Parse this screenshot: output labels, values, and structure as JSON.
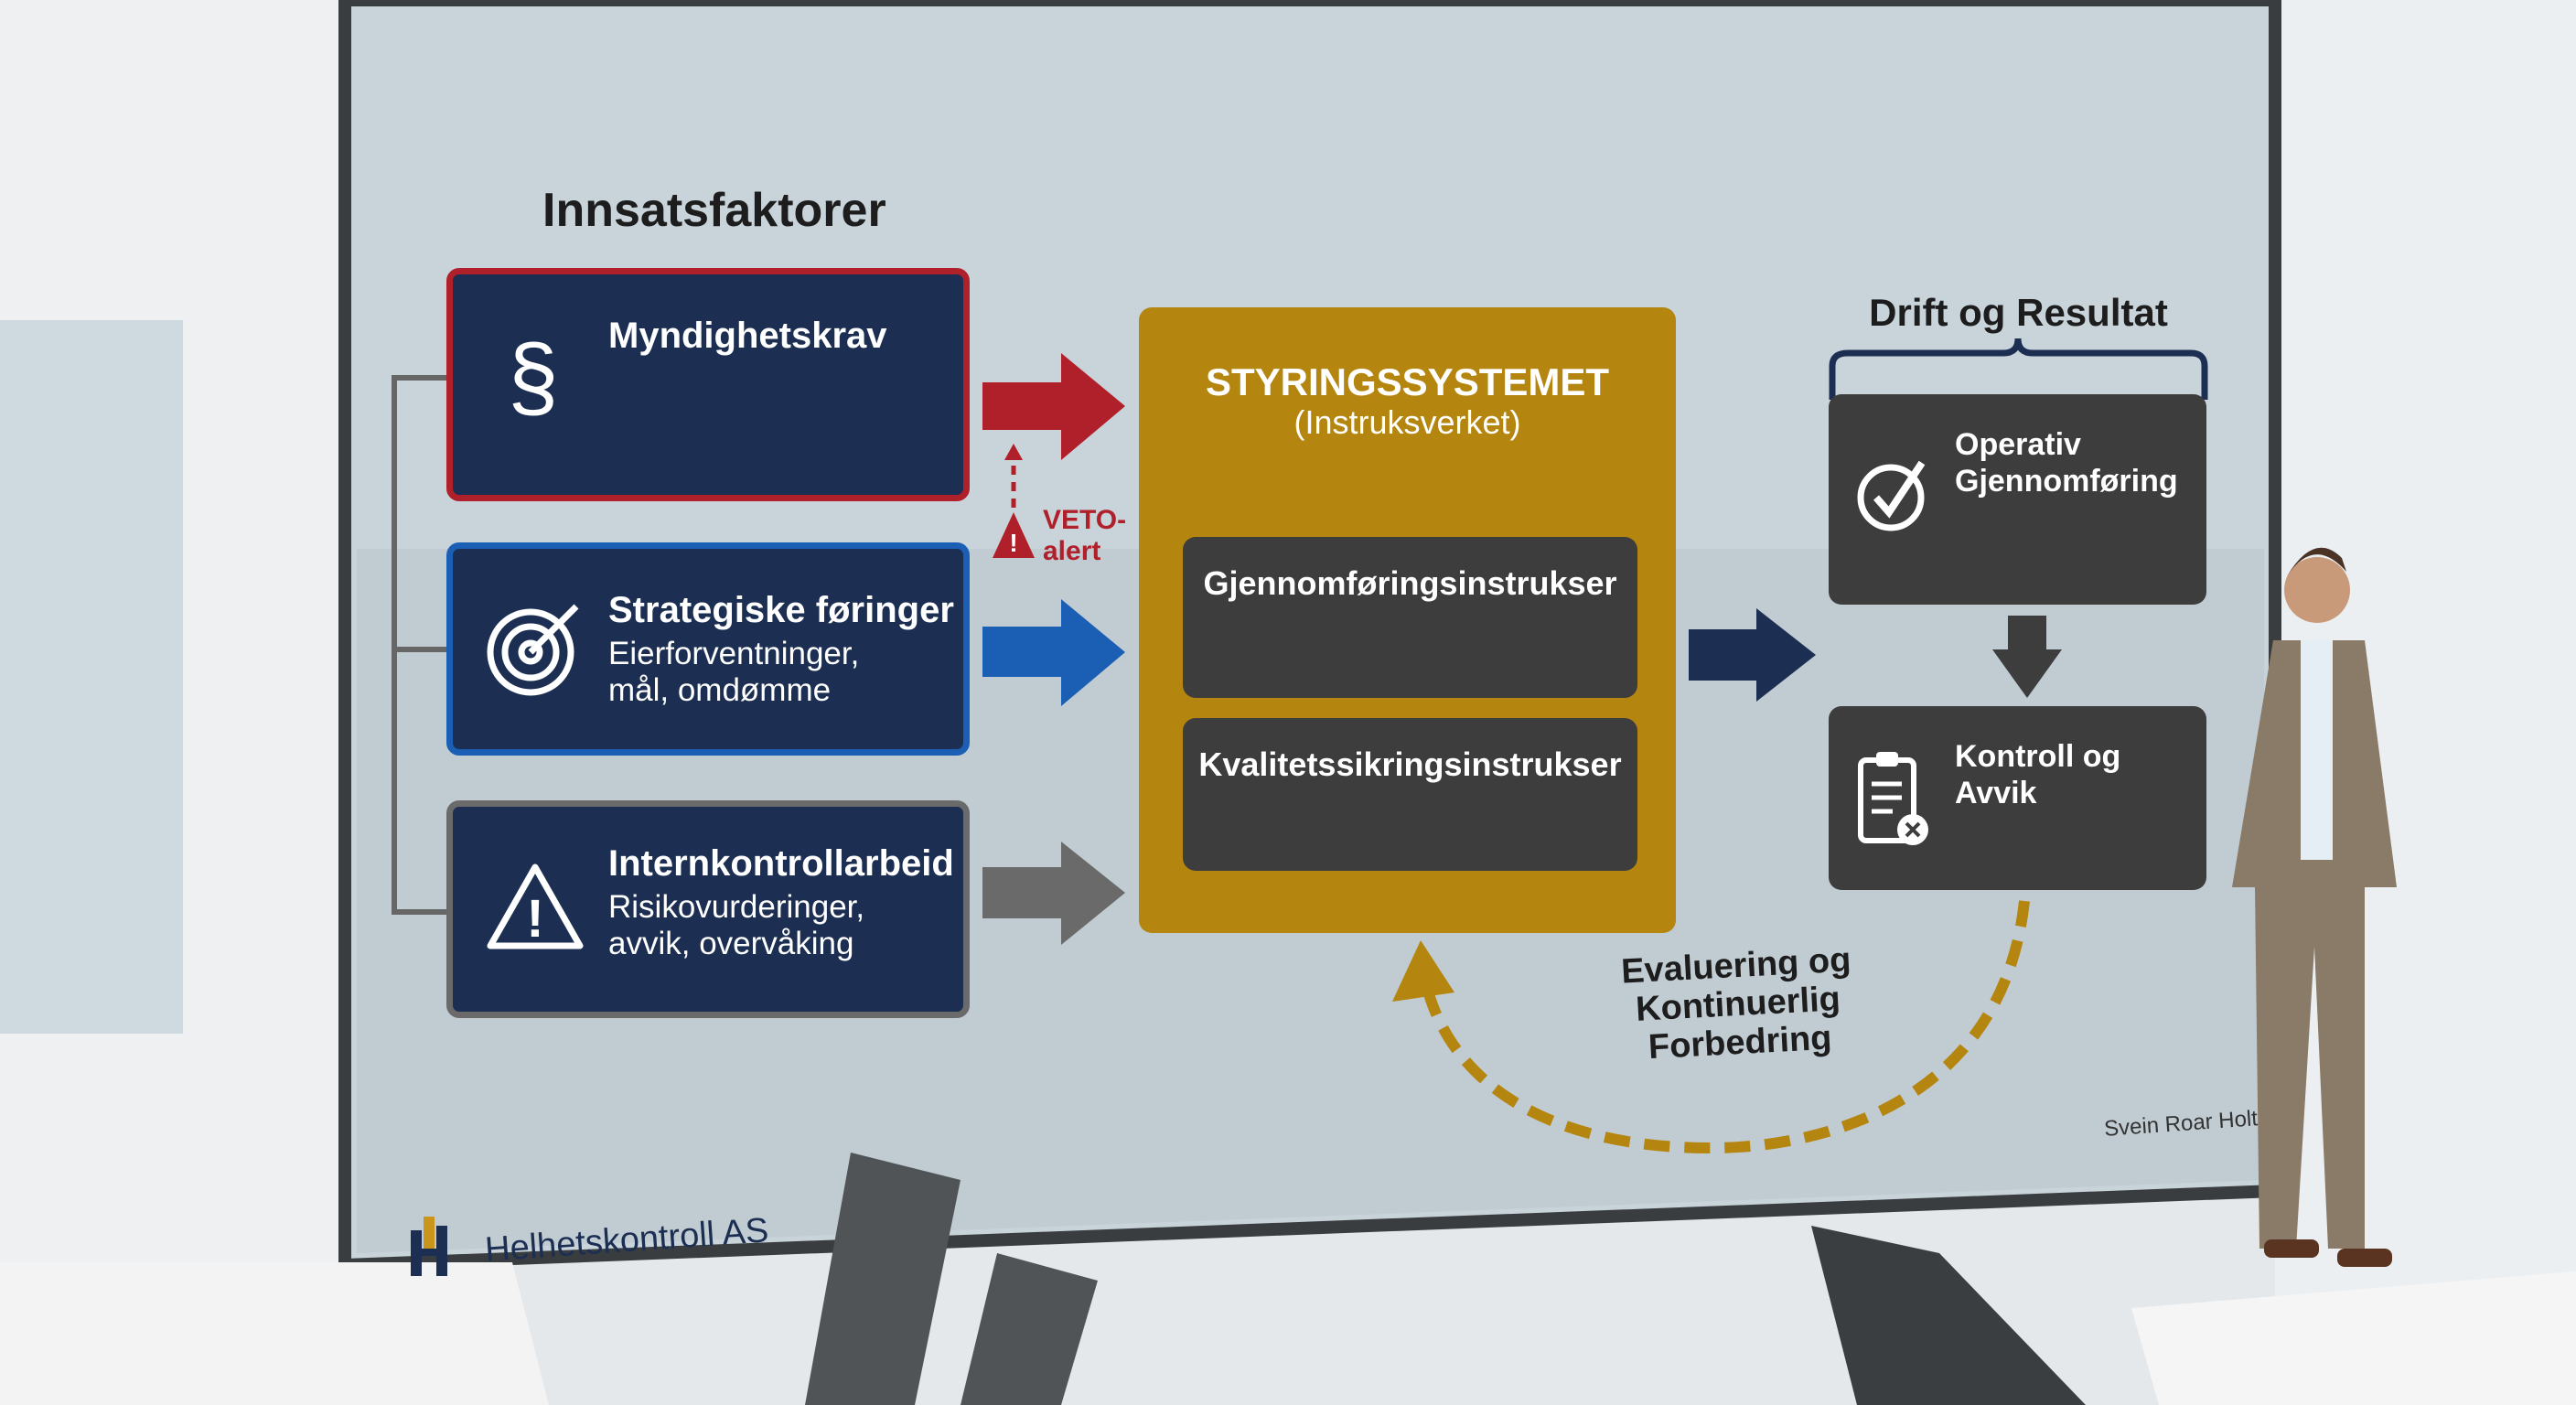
{
  "inputs": {
    "heading": "Innsatsfaktorer",
    "items": [
      {
        "title": "Myndighetskrav",
        "subtitle": "",
        "icon": "section-sign-icon",
        "color": "#b0202a"
      },
      {
        "title": "Strategiske føringer",
        "subtitle": "Eierforventninger, mål, omdømme",
        "icon": "target-icon",
        "color": "#1a5fb4"
      },
      {
        "title": "Internkontrollarbeid",
        "subtitle": "Risikovurderinger, avvik, overvåking",
        "icon": "warning-icon",
        "color": "#6a6a6a"
      }
    ],
    "veto_label": "VETO-alert"
  },
  "system": {
    "title": "STYRINGSSYSTEMET",
    "subtitle": "(Instruksverket)",
    "color": "#b5860f",
    "items": [
      "Gjennomføringsinstrukser",
      "Kvalitetssikringsinstrukser"
    ]
  },
  "output": {
    "heading": "Drift og Resultat",
    "items": [
      {
        "title": "Operativ Gjennomføring",
        "icon": "check-circle-icon"
      },
      {
        "title": "Kontroll og Avvik",
        "icon": "clipboard-x-icon"
      }
    ]
  },
  "feedback_label": "Evaluering og Kontinuerlig Forbedring",
  "signature": "Svein Roar Holt",
  "logo_text": "Helhetskontroll AS"
}
